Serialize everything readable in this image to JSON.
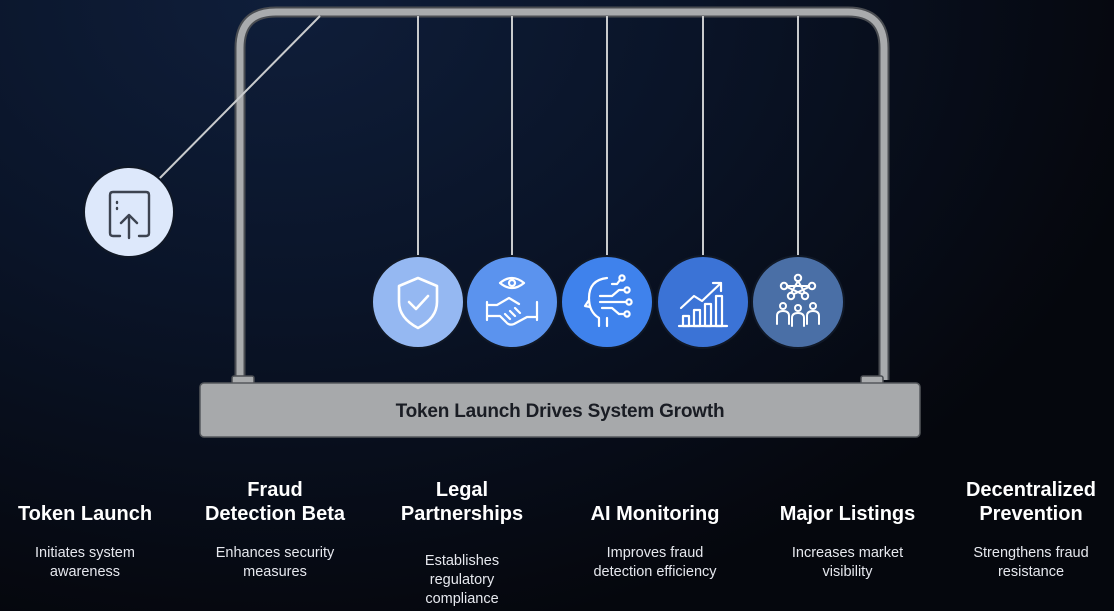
{
  "diagram": {
    "title": "Token Launch Drives System Growth",
    "colors": {
      "frame": "#a9abad",
      "frame_outline": "#4a4d52",
      "base": "#a7a9ab",
      "ball_1": "#95b8f2",
      "ball_2": "#5b93ee",
      "ball_3": "#3f82ec",
      "ball_4": "#3b73d6",
      "ball_5": "#4a6fa6",
      "swung_ball": "#dde8fb"
    },
    "balls": [
      {
        "id": "token-launch",
        "icon": "upload-icon"
      },
      {
        "id": "fraud-detection-beta",
        "icon": "shield-check-icon"
      },
      {
        "id": "legal-partnerships",
        "icon": "handshake-eye-icon"
      },
      {
        "id": "ai-monitoring",
        "icon": "ai-head-icon"
      },
      {
        "id": "major-listings",
        "icon": "growth-chart-icon"
      },
      {
        "id": "decentralized-prevention",
        "icon": "network-people-icon"
      }
    ]
  },
  "stages": [
    {
      "title": "Token Launch",
      "description": "Initiates system\nawareness"
    },
    {
      "title": "Fraud\nDetection Beta",
      "description": "Enhances security\nmeasures"
    },
    {
      "title": "Legal\nPartnerships",
      "description": "Establishes\nregulatory\ncompliance"
    },
    {
      "title": "AI Monitoring",
      "description": "Improves fraud\ndetection efficiency"
    },
    {
      "title": "Major Listings",
      "description": "Increases market\nvisibility"
    },
    {
      "title": "Decentralized\nPrevention",
      "description": "Strengthens fraud\nresistance"
    }
  ]
}
